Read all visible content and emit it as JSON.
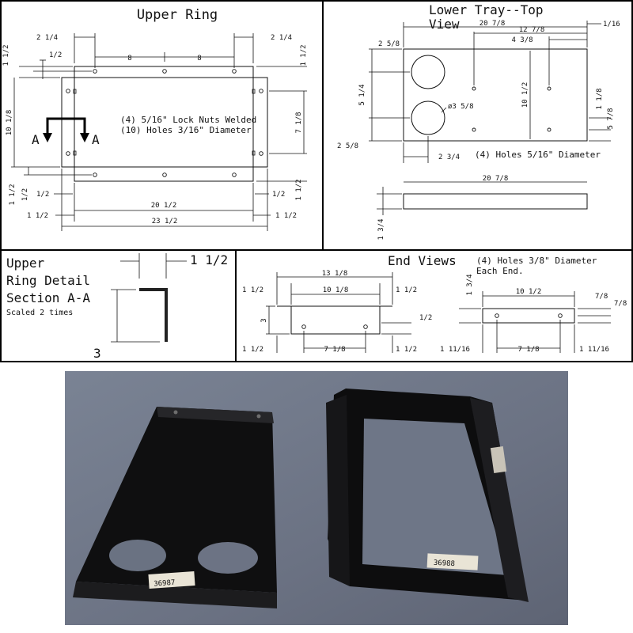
{
  "titles": {
    "upper_ring": "Upper Ring",
    "lower_tray": "Lower Tray--Top",
    "lower_tray_2": "View",
    "upper_ring_detail_1": "Upper",
    "upper_ring_detail_2": "Ring Detail",
    "upper_ring_detail_3": "Section A-A",
    "upper_ring_detail_scale": "Scaled 2 times",
    "end_views": "End Views"
  },
  "notes": {
    "upper_ring_1": "(4) 5/16\" Lock Nuts Welded",
    "upper_ring_2": "(10) Holes 3/16\" Diameter",
    "lower_tray_holes": "(4) Holes 5/16\" Diameter",
    "end_views_1": "(4) Holes 3/8\" Diameter",
    "end_views_2": "Each End.",
    "hole_dia": "ø3 5/8"
  },
  "section_marks": {
    "left": "A",
    "right": "A"
  },
  "dims": {
    "upper_ring": {
      "d_2_1_4": "2 1/4",
      "d_8": "8",
      "d_1_1_2": "1 1/2",
      "d_1_2": "1/2",
      "d_10_1_8": "10 1/8",
      "d_7_1_8": "7 1/8",
      "d_20_1_2": "20 1/2",
      "d_23_1_2": "23 1/2"
    },
    "lower_tray": {
      "d_20_7_8": "20 7/8",
      "d_12_7_8": "12 7/8",
      "d_4_3_8": "4 3/8",
      "d_1_16": "1/16",
      "d_2_5_8": "2 5/8",
      "d_5_1_4": "5 1/4",
      "d_10_1_2": "10 1/2",
      "d_1_1_8": "1 1/8",
      "d_5_7_8": "5 7/8",
      "d_2_3_4": "2 3/4",
      "d_1_3_4": "1 3/4"
    },
    "detail": {
      "d_1_1_2": "1 1/2",
      "d_3": "3"
    },
    "end_views": {
      "d_13_1_8": "13 1/8",
      "d_10_1_8": "10 1/8",
      "d_1_1_2": "1 1/2",
      "d_3": "3",
      "d_1_2": "1/2",
      "d_7_1_8": "7 1/8",
      "d_1_3_4": "1 3/4",
      "d_10_1_2": "10 1/2",
      "d_7_8": "7/8",
      "d_1_11_16": "1 11/16"
    }
  },
  "photo": {
    "label_left": "36987",
    "label_right": "36988"
  },
  "colors": {
    "ink": "#111111",
    "photo_bg": "#6f7788",
    "metal": "#141414",
    "label": "#e9e4d6"
  }
}
